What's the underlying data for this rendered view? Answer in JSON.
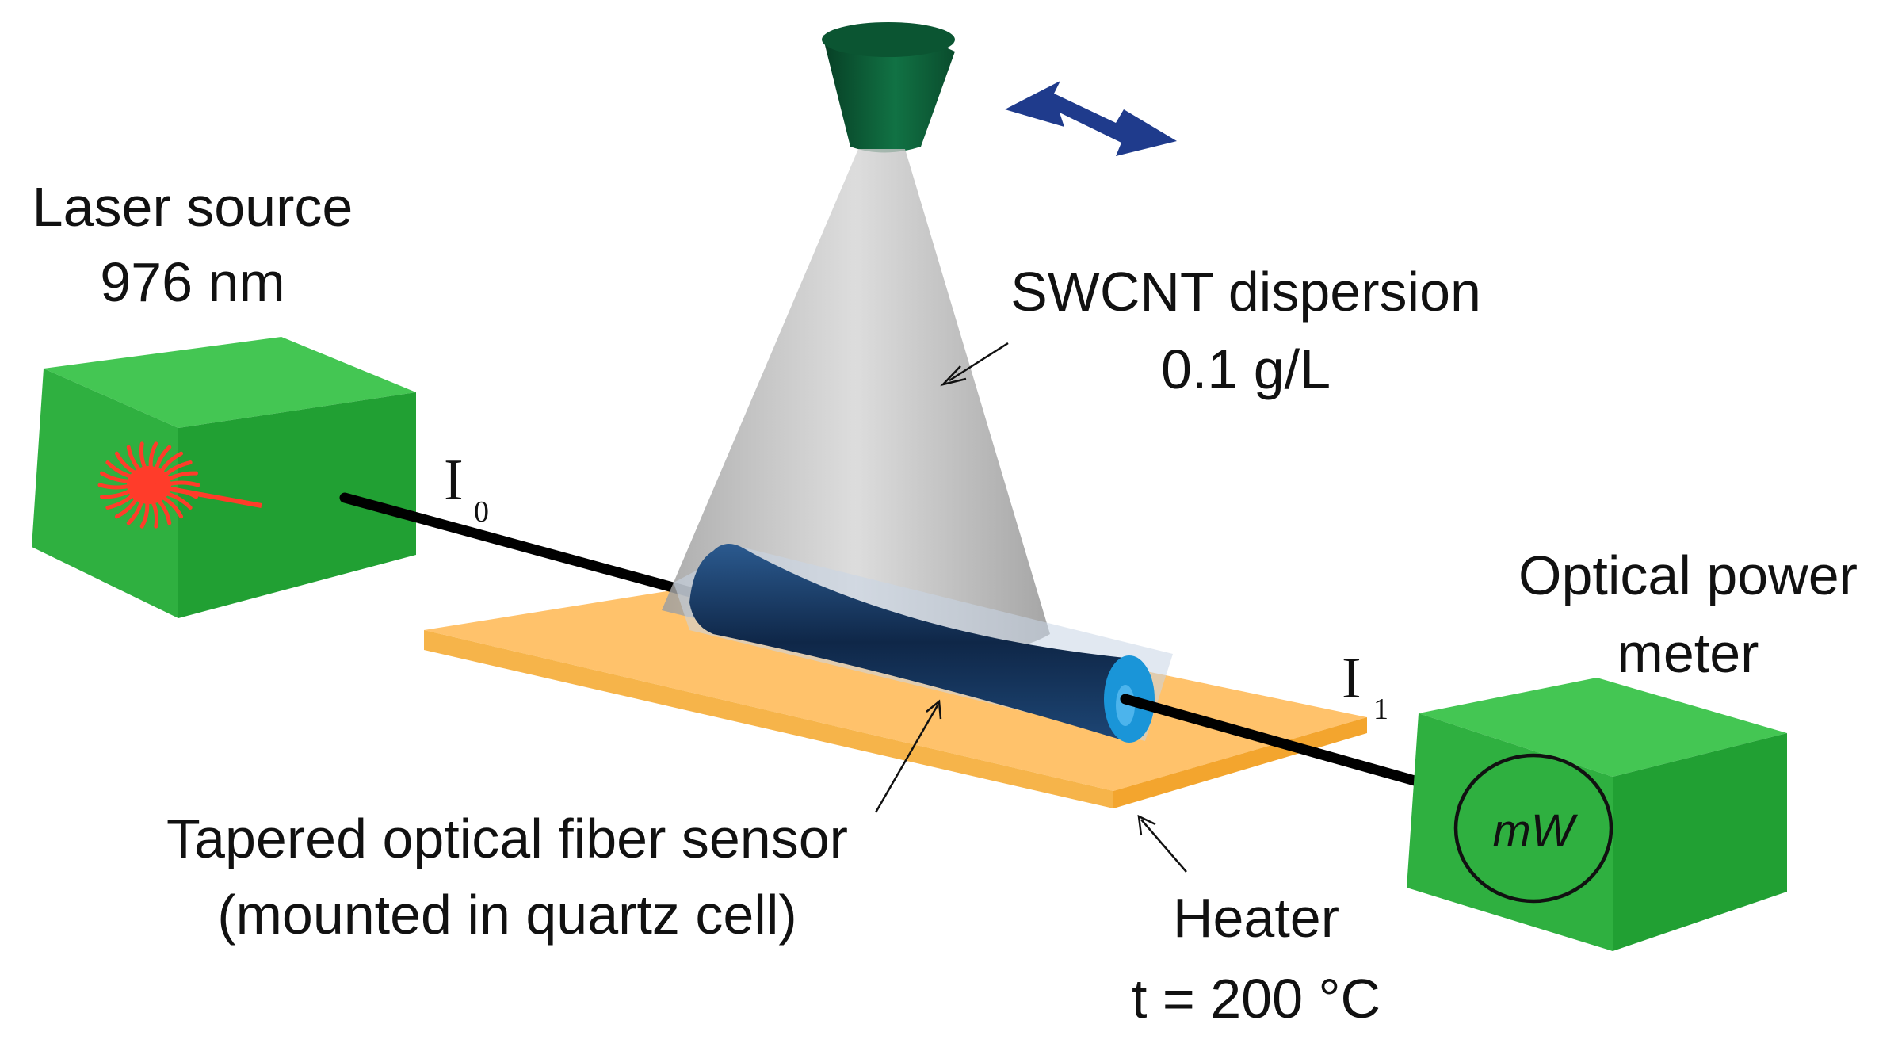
{
  "labels": {
    "laser_line1": "Laser source",
    "laser_line2": "976 nm",
    "swcnt_line1": "SWCNT dispersion",
    "swcnt_line2": "0.1 g/L",
    "meter_line1": "Optical power",
    "meter_line2": "meter",
    "meter_unit": "mW",
    "sensor_line1": "Tapered optical fiber sensor",
    "sensor_line2": "(mounted in quartz cell)",
    "heater_line1": "Heater",
    "heater_line2": "t = 200 °C",
    "input_intensity_symbol": "I",
    "input_intensity_subscript": "0",
    "output_intensity_symbol": "I",
    "output_intensity_subscript": "1"
  },
  "colors": {
    "box_front": "#2fb040",
    "box_top": "#44c653",
    "box_side": "#1c8f2c",
    "laser_starburst": "#ff3c2a",
    "heater_top": "#ffc26b",
    "heater_edge": "#f3a52e",
    "nozzle": "#0e5a36",
    "spray_cone": "#b9b9b9",
    "fiber_taper": "#1b3b66",
    "fiber_end": "#1a95d8",
    "double_arrow": "#1f3b8c",
    "fiber_line": "#000000"
  }
}
